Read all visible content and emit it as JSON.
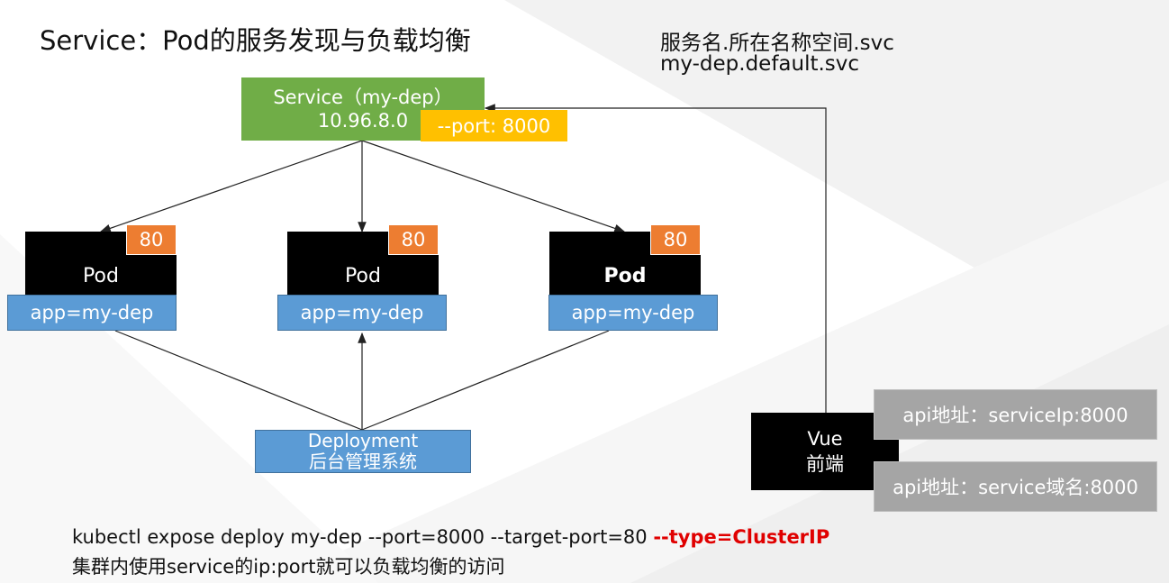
{
  "title": "Service：Pod的服务发现与负载均衡",
  "notes": {
    "line1": "服务名.所在名称空间.svc",
    "line2": "my-dep.default.svc"
  },
  "service": {
    "name": "Service（my-dep）",
    "ip": "10.96.8.0",
    "port": "--port: 8000"
  },
  "pods": [
    {
      "label": "Pod",
      "port": "80",
      "selector": "app=my-dep"
    },
    {
      "label": "Pod",
      "port": "80",
      "selector": "app=my-dep"
    },
    {
      "label": "Pod",
      "port": "80",
      "selector": "app=my-dep"
    }
  ],
  "deployment": {
    "line1": "Deployment",
    "line2": "后台管理系统"
  },
  "vue": {
    "line1": "Vue",
    "line2": "前端"
  },
  "api": [
    "api地址：serviceIp:8000",
    "api地址：service域名:8000"
  ],
  "command": {
    "main": "kubectl expose deploy my-dep --port=8000 --target-port=80 ",
    "highlight": "--type=ClusterIP"
  },
  "caption": "集群内使用service的ip:port就可以负载均衡的访问",
  "colors": {
    "service": "#70ad47",
    "port_badge": "#ffc000",
    "pod": "#000000",
    "pod_port": "#ed7d31",
    "selector": "#5b9bd5",
    "api": "#a5a5a5",
    "highlight": "#e00000"
  }
}
